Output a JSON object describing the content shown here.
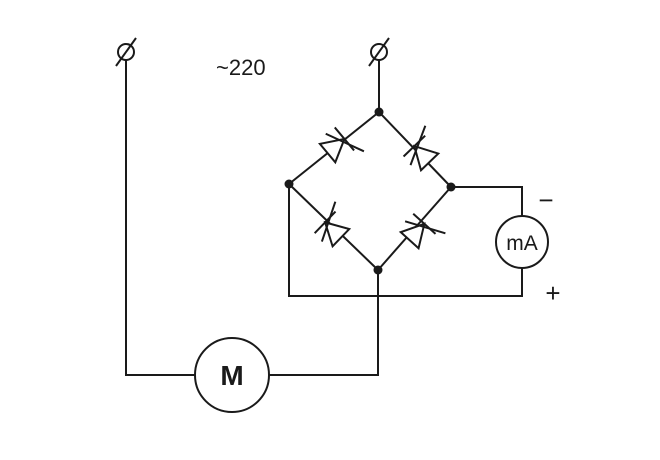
{
  "diagram": {
    "supply_label": "~220",
    "motor_label": "M",
    "meter_label": "mA",
    "minus_sign": "−",
    "plus_sign": "+"
  },
  "colors": {
    "line": "#1a1a1a",
    "background": "#ffffff"
  }
}
